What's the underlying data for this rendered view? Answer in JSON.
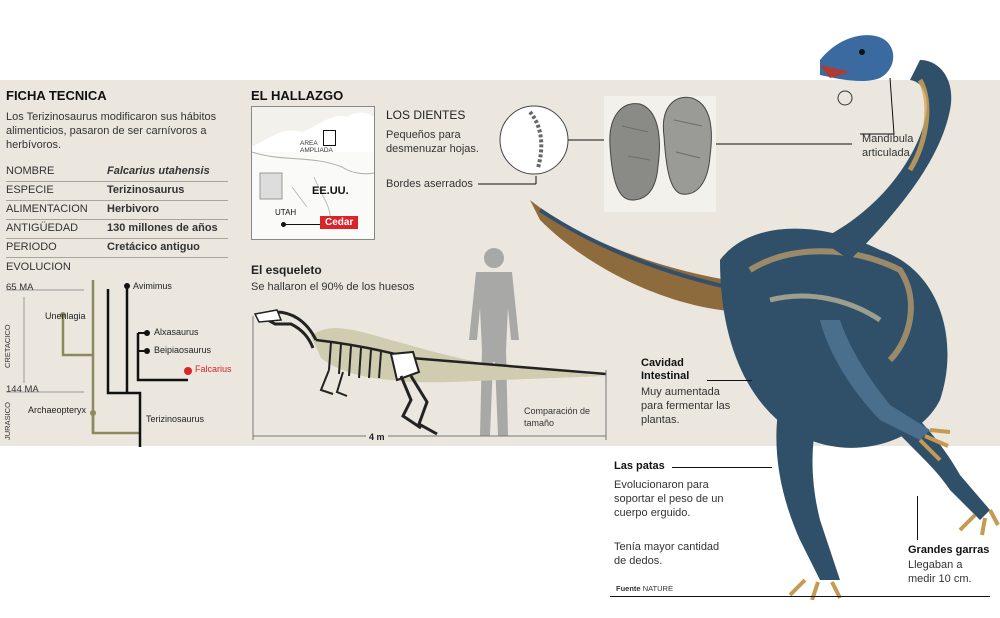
{
  "ficha": {
    "title": "FICHA TECNICA",
    "intro": "Los Terizinosaurus modificaron sus hábitos alimenticios, pasaron de ser carnívoros a herbívoros.",
    "rows": [
      {
        "key": "NOMBRE",
        "value": "Falcarius utahensis"
      },
      {
        "key": "ESPECIE",
        "value": "Terizinosaurus"
      },
      {
        "key": "ALIMENTACION",
        "value": "Herbivoro"
      },
      {
        "key": "ANTIGÜEDAD",
        "value": "130 millones de años"
      },
      {
        "key": "PERIODO",
        "value": "Cretácico antiguo"
      }
    ],
    "evolucion_label": "EVOLUCION"
  },
  "evolucion": {
    "ma_65": "65 MA",
    "ma_144": "144 MA",
    "period_cretacico": "CRETACICO",
    "period_jurasico": "JURASICO",
    "nodes": {
      "avimimus": "Avimimus",
      "unenlagia": "Unenlagia",
      "alxasaurus": "Alxasaurus",
      "beipiaosaurus": "Beipiaosaurus",
      "falcarius": "Falcarius",
      "archaeopteryx": "Archaeopteryx",
      "terizinosaurus": "Terizinosaurus"
    }
  },
  "hallazgo": {
    "title": "EL HALLAZGO",
    "map": {
      "area_label": "AREA AMPLIADA",
      "country": "EE.UU.",
      "state": "UTAH",
      "city": "Cedar"
    }
  },
  "dientes": {
    "title": "LOS DIENTES",
    "desc": "Pequeños para desmenuzar hojas.",
    "bordes": "Bordes aserrados"
  },
  "esqueleto": {
    "title": "El esqueleto",
    "desc": "Se hallaron el 90% de los huesos",
    "scale": "4 m",
    "comparacion": "Comparación de tamaño"
  },
  "annotations": {
    "mandibula": "Mandíbula articulada",
    "cavidad_title": "Cavidad Intestinal",
    "cavidad_desc": "Muy aumentada para fermentar las plantas.",
    "patas_title": "Las patas",
    "patas_desc": "Evolucionaron para soportar el peso de un cuerpo erguido.",
    "patas_desc2": "Tenía mayor cantidad de dedos.",
    "garras_title": "Grandes garras",
    "garras_desc": "Llegaban a medir 10 cm.",
    "fuente_label": "Fuente",
    "fuente_value": "NATURE"
  },
  "colors": {
    "panel_bg": "#ebe7df",
    "accent_red": "#d9242a",
    "tree_olive": "#8c8a5c"
  }
}
